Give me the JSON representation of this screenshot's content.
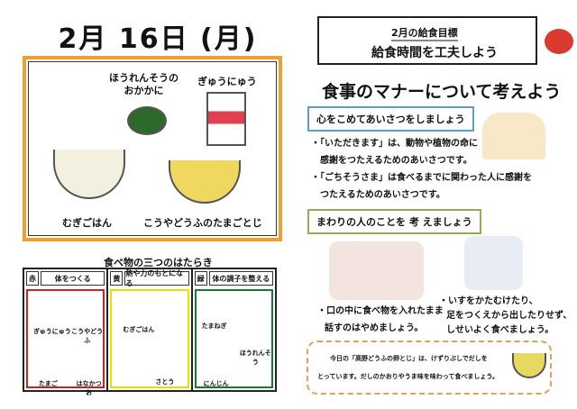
{
  "date": "2月 16日 (月)",
  "menu": {
    "spinach": "ほうれんそうの\nおかかに",
    "milk": "ぎゅうにゅう",
    "rice": "むぎごはん",
    "tofu": "こうやどうふのたまごとじ"
  },
  "groups": {
    "title": "食べ物の三つのはたらき",
    "red": {
      "tag": "赤",
      "label": "体をつくる",
      "items": [
        "ぎゅうにゅう",
        "こうやどうふ",
        "たまご",
        "はなかつお"
      ],
      "color": "#d02020"
    },
    "yellow": {
      "tag": "黄",
      "label": "熱や力のもとになる",
      "items": [
        "むぎごはん",
        "さとう"
      ],
      "color": "#e8e000"
    },
    "green": {
      "tag": "緑",
      "label": "体の調子を整える",
      "items": [
        "たまねぎ",
        "ほうれんそう",
        "にんじん"
      ],
      "color": "#108030"
    }
  },
  "goal": {
    "title": "2月の給食目標",
    "text": "給食時間を工夫しよう"
  },
  "heading": "食事のマナーについて考えよう",
  "sec1": {
    "title": "心をこめてあいさつをしましょう",
    "lines": [
      "・「いただきます」は、動物や植物の命に",
      "感謝をつたえるためのあいさつです。",
      "・「ごちそうさま」は食べるまでに関わった人に感謝を",
      "つたえるためのあいさつです。"
    ]
  },
  "sec2": {
    "title": "まわりの人のことを 考 えましょう",
    "left": [
      "・口の中に食べ物を入れたまま",
      "話すのはやめましょう。"
    ],
    "right": [
      "・いすをかたむけたり、",
      "足をつくえから出したりせず、",
      "しせいよく食べましょう。"
    ]
  },
  "note": [
    "今日の「高野どうふの卵とじ」は、けずりぶしでだしを",
    "とっています。だしのかおりやうま味を味わって食べましょう。"
  ]
}
